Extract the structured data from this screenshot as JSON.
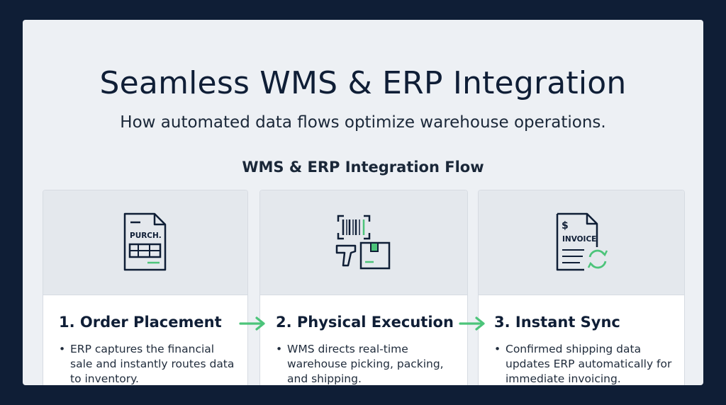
{
  "header": {
    "title": "Seamless WMS & ERP Integration",
    "subtitle": "How automated data flows optimize warehouse operations.",
    "flow_title": "WMS & ERP Integration Flow"
  },
  "steps": [
    {
      "title": "1. Order Placement",
      "description": "ERP captures the financial sale and instantly routes data to inventory.",
      "icon": "purchase-order-document-icon",
      "icon_label": "PURCH."
    },
    {
      "title": "2. Physical Execution",
      "description": "WMS directs real-time warehouse picking, packing, and shipping.",
      "icon": "barcode-scanner-box-icon"
    },
    {
      "title": "3. Instant Sync",
      "description": "Confirmed shipping data updates ERP automatically for immediate invoicing.",
      "icon": "invoice-sync-icon",
      "icon_label": "INVOICE",
      "icon_currency": "$"
    }
  ],
  "bullet": "•",
  "colors": {
    "background": "#0f1e36",
    "panel": "#edf0f4",
    "accent_green": "#4cc47a",
    "ink": "#0f1e36"
  }
}
